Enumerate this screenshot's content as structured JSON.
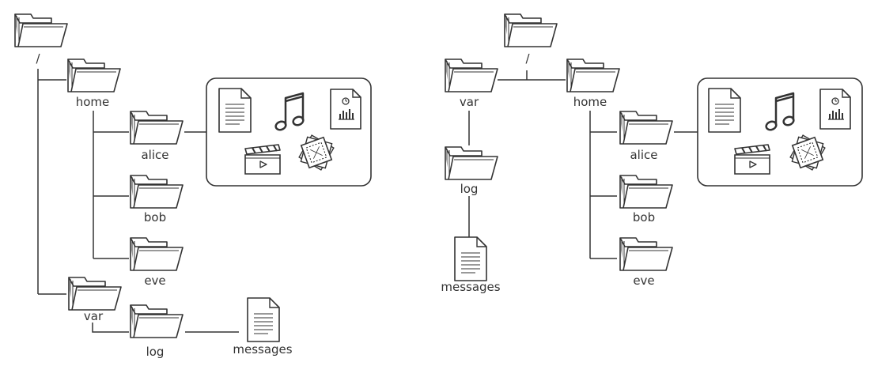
{
  "left_tree": {
    "root": "/",
    "home": "home",
    "alice": "alice",
    "bob": "bob",
    "eve": "eve",
    "var": "var",
    "log": "log",
    "messages": "messages"
  },
  "right_tree": {
    "root": "/",
    "var": "var",
    "log": "log",
    "messages": "messages",
    "home": "home",
    "alice": "alice",
    "bob": "bob",
    "eve": "eve"
  },
  "icons": {
    "folder": "folder-icon",
    "document": "document-icon",
    "music": "music-note-icon",
    "chart": "chart-document-icon",
    "video": "clapperboard-icon",
    "photos": "photo-stack-icon"
  },
  "colors": {
    "stroke": "#333333",
    "background": "#ffffff"
  }
}
